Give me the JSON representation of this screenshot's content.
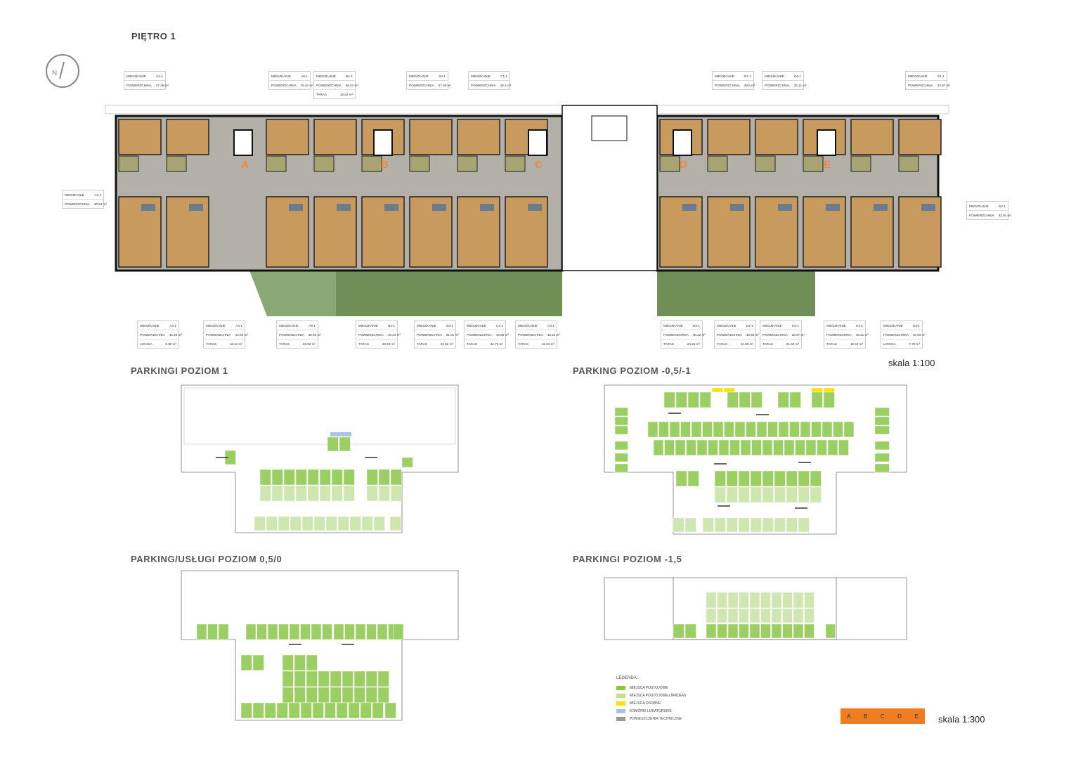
{
  "title": "PIĘTRO 1",
  "north_label": "N",
  "scale_main": "skala 1:100",
  "scale_key": "skala 1:300",
  "stairs": [
    "A",
    "B",
    "C",
    "D",
    "E"
  ],
  "apartments": [
    {
      "label": "MIESZKANIE",
      "id": "A1-1",
      "area_label": "POWIERZCHNIA",
      "area": "47.29 m²"
    },
    {
      "label": "MIESZKANIE",
      "id": "A6-1",
      "area_label": "POWIERZCHNIA",
      "area": "25.62 m²"
    },
    {
      "label": "MIESZKANIE",
      "id": "B1-1",
      "area_label": "POWIERZCHNIA",
      "area": "58.22 m²",
      "extra_label": "TARAS",
      "extra": "18.52 m²"
    },
    {
      "label": "MIESZKANIE",
      "id": "B4-1",
      "area_label": "POWIERZCHNIA",
      "area": "27.06 m²"
    },
    {
      "label": "MIESZKANIE",
      "id": "C1-1",
      "area_label": "POWIERZCHNIA",
      "area": "29.5 m²"
    },
    {
      "label": "MIESZKANIE",
      "id": "D1-1",
      "area_label": "POWIERZCHNIA",
      "area": "29.5 m²"
    },
    {
      "label": "MIESZKANIE",
      "id": "E6-1",
      "area_label": "POWIERZCHNIA",
      "area": "25.11 m²"
    },
    {
      "label": "MIESZKANIE",
      "id": "E1-1",
      "area_label": "POWIERZCHNIA",
      "area": "43.87 m²"
    },
    {
      "label": "MIESZKANIE",
      "id": "A2-1",
      "area_label": "POWIERZCHNIA",
      "area": "40.54 m²"
    },
    {
      "label": "MIESZKANIE",
      "id": "E2-1",
      "area_label": "POWIERZCHNIA",
      "area": "43.91 m²"
    },
    {
      "label": "MIESZKANIE",
      "id": "A3-1",
      "area_label": "POWIERZCHNIA",
      "area": "45.29 m²",
      "extra_label": "LOGGIA",
      "extra": "8.50 m²"
    },
    {
      "label": "MIESZKANIE",
      "id": "A4-1",
      "area_label": "POWIERZCHNIA",
      "area": "44.60 m²",
      "extra_label": "TARAS",
      "extra": "16.44 m²"
    },
    {
      "label": "MIESZKANIE",
      "id": "A5-1",
      "area_label": "POWIERZCHNIA",
      "area": "35.60 m²",
      "extra_label": "TARAS",
      "extra": "22.83 m²"
    },
    {
      "label": "MIESZKANIE",
      "id": "B2-1",
      "area_label": "POWIERZCHNIA",
      "area": "49.23 m²",
      "extra_label": "TARAS",
      "extra": "39.93 m²"
    },
    {
      "label": "MIESZKANIE",
      "id": "B3-1",
      "area_label": "POWIERZCHNIA",
      "area": "61.81 m²",
      "extra_label": "TARAS",
      "extra": "31.52 m²"
    },
    {
      "label": "MIESZKANIE",
      "id": "C2-1",
      "area_label": "POWIERZCHNIA",
      "area": "44.66 m²",
      "extra_label": "TARAS",
      "extra": "32.75 m²"
    },
    {
      "label": "MIESZKANIE",
      "id": "C3-1",
      "area_label": "POWIERZCHNIA",
      "area": "48.22 m²",
      "extra_label": "TARAS",
      "extra": "22.33 m²"
    },
    {
      "label": "MIESZKANIE",
      "id": "D3-1",
      "area_label": "POWIERZCHNIA",
      "area": "48.22 m²",
      "extra_label": "TARAS",
      "extra": "24.25 m²"
    },
    {
      "label": "MIESZKANIE",
      "id": "D2-1",
      "area_label": "POWIERZCHNIA",
      "area": "48.86 m²",
      "extra_label": "TARAS",
      "extra": "34.56 m²"
    },
    {
      "label": "MIESZKANIE",
      "id": "E5-1",
      "area_label": "POWIERZCHNIA",
      "area": "36.97 m²",
      "extra_label": "TARAS",
      "extra": "21.58 m²"
    },
    {
      "label": "MIESZKANIE",
      "id": "E4-1",
      "area_label": "POWIERZCHNIA",
      "area": "45.31 m²",
      "extra_label": "TARAS",
      "extra": "10.44 m²"
    },
    {
      "label": "MIESZKANIE",
      "id": "E3-1",
      "area_label": "POWIERZCHNIA",
      "area": "46.93 m²",
      "extra_label": "LOGGIA",
      "extra": "7.78 m²"
    }
  ],
  "sections": {
    "p1": "PARKINGI POZIOM 1",
    "p05_1": "PARKING POZIOM -0,5/-1",
    "p05_0": "PARKING/USŁUGI POZIOM 0,5/0",
    "p15": "PARKINGI POZIOM -1,5"
  },
  "legend": {
    "title": "LEGENDA:",
    "items": [
      {
        "label": "MIEJSCA POSTOJOWE",
        "color": "#8cc63f"
      },
      {
        "label": "MIEJSCA POSTOJOWE (TANDEM)",
        "color": "#c5e08a"
      },
      {
        "label": "MIEJSCA OSOBNE",
        "color": "#ffe000"
      },
      {
        "label": "KOMÓRKI LOKATORSKIE",
        "color": "#a9c4e4"
      },
      {
        "label": "POMIESZCZENIA TECHNICZNE",
        "color": "#999999"
      }
    ]
  },
  "colors": {
    "accent": "#f08a33",
    "floor": "#c99a5e",
    "lawn": "#6f8f57",
    "parking": "#9bcf63"
  }
}
